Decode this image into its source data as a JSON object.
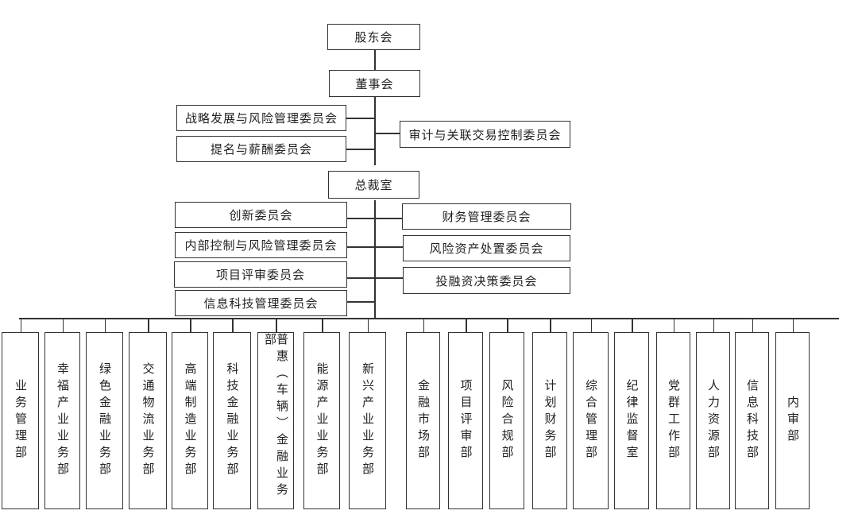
{
  "top": {
    "shareholders": "股东会",
    "board": "董事会",
    "president": "总裁室"
  },
  "board_committees": {
    "left": [
      "战略发展与风险管理委员会",
      "提名与薪酬委员会"
    ],
    "right": [
      "审计与关联交易控制委员会"
    ]
  },
  "president_committees": {
    "left": [
      "创新委员会",
      "内部控制与风险管理委员会",
      "项目评审委员会",
      "信息科技管理委员会"
    ],
    "right": [
      "财务管理委员会",
      "风险资产处置委员会",
      "投融资决策委员会"
    ]
  },
  "departments": [
    "业务管理部",
    "幸福产业业务部",
    "绿色金融业务部",
    "交通物流业务部",
    "高端制造业务部",
    "科技金融业务部",
    "普惠（车辆）金融业务部",
    "能源产业业务部",
    "新兴产业业务部",
    "金融市场部",
    "项目评审部",
    "风险合规部",
    "计划财务部",
    "综合管理部",
    "纪律监督室",
    "党群工作部",
    "人力资源部",
    "信息科技部",
    "内审部"
  ]
}
